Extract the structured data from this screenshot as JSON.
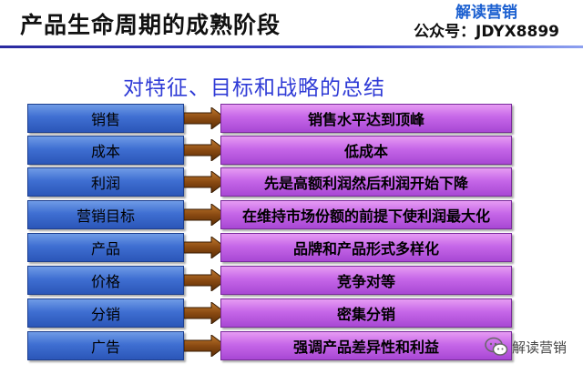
{
  "header": {
    "title": "产品生命周期的成熟阶段",
    "brand_name": "解读营销",
    "brand_id": "公众号：JDYX8899"
  },
  "subtitle": "对特征、目标和战略的总结",
  "rows": [
    {
      "category": "销售",
      "description": "销售水平达到顶峰"
    },
    {
      "category": "成本",
      "description": "低成本"
    },
    {
      "category": "利润",
      "description": "先是高额利润然后利润开始下降"
    },
    {
      "category": "营销目标",
      "description": "在维持市场份额的前提下使利润最大化"
    },
    {
      "category": "产品",
      "description": "品牌和产品形式多样化"
    },
    {
      "category": "价格",
      "description": "竞争对等"
    },
    {
      "category": "分销",
      "description": "密集分销"
    },
    {
      "category": "广告",
      "description": "强调产品差异性和利益"
    }
  ],
  "watermark": {
    "text": "解读营销",
    "icon": "wechat-icon"
  },
  "colors": {
    "category_box": "#3f6fd2",
    "description_box": "#c667e8",
    "arrow": "#8a4a12",
    "subtitle": "#2f3bd6",
    "brand": "#1a5fd0"
  }
}
